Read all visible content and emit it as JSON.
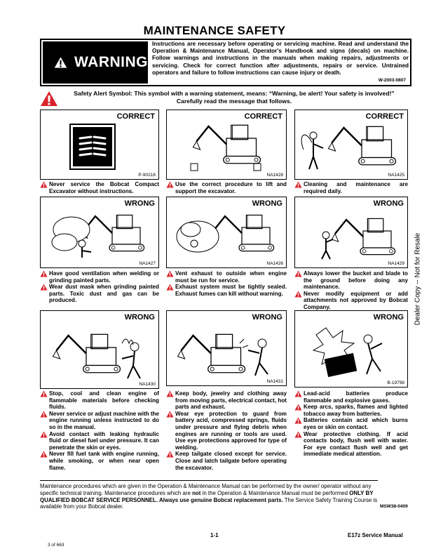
{
  "title": "MAINTENANCE SAFETY",
  "warning": {
    "label": "WARNING",
    "text": "Instructions are necessary before operating or servicing machine. Read and understand the Operation & Maintenance Manual, Operator's Handbook and signs (decals) on machine. Follow warnings and instructions in the manuals when making repairs, adjustments or servicing. Check for correct function after adjustments, repairs or service. Untrained operators and failure to follow instructions can cause injury or death.",
    "code": "W-2003-0807"
  },
  "safety_alert": "Safety Alert Symbol: This symbol with a warning statement, means: “Warning, be alert! Your safety is involved!” Carefully read the message that follows.",
  "panels": [
    {
      "header": "CORRECT",
      "code": "P-90216",
      "icon": "book-icon",
      "notes": [
        "Never service the Bobcat Compact Excavator without instructions."
      ]
    },
    {
      "header": "CORRECT",
      "code": "NA1428",
      "icon": "lift-support-illustration",
      "notes": [
        "Use the correct procedure to lift and support the excavator."
      ]
    },
    {
      "header": "CORRECT",
      "code": "NA1425",
      "icon": "cleaning-illustration",
      "notes": [
        "Cleaning and maintenance are required daily."
      ]
    },
    {
      "header": "WRONG",
      "code": "NA1427",
      "icon": "grinding-illustration",
      "notes": [
        "Have good ventilation when welding or grinding painted parts.",
        "Wear dust mask when grinding painted parts. Toxic dust and gas can be produced."
      ]
    },
    {
      "header": "WRONG",
      "code": "NA1426",
      "icon": "exhaust-illustration",
      "notes": [
        "Vent exhaust to outside when engine must be run for service.",
        "Exhaust system must be tightly sealed. Exhaust fumes can kill without warning."
      ]
    },
    {
      "header": "WRONG",
      "code": "NA1429",
      "icon": "raised-bucket-illustration",
      "notes": [
        "Always lower the bucket and blade to the ground before doing any maintenance.",
        "Never modify equipment or add attachments not approved by Bobcat Company."
      ]
    },
    {
      "header": "WRONG",
      "code": "NA1430",
      "icon": "fuel-fire-illustration",
      "notes": [
        "Stop, cool and clean engine of flammable materials before checking fluids.",
        "Never service or adjust machine with the engine running unless instructed to do so in the manual.",
        "Avoid contact with leaking hydraulic fluid or diesel fuel under pressure. It can penetrate the skin or eyes.",
        "Never fill fuel tank with engine running, while smoking, or when near open flame."
      ]
    },
    {
      "header": "WRONG",
      "code": "NA1431",
      "icon": "moving-parts-illustration",
      "notes": [
        "Keep body, jewelry and clothing away from moving parts, electrical contact, hot parts and exhaust.",
        "Wear eye protection to guard from battery acid, compressed springs, fluids under pressure and flying debris when engines are running or tools are used. Use eye protections approved for type of welding.",
        "Keep tailgate closed except for service. Close and latch tailgate before operating the excavator."
      ]
    },
    {
      "header": "WRONG",
      "code": "B-19798",
      "icon": "battery-explosion-illustration",
      "notes": [
        "Lead-acid batteries produce flammable and explosive gases.",
        "Keep arcs, sparks, flames and lighted tobacco away from batteries.",
        "Batteries contain acid which burns eyes or skin on contact.",
        "Wear protective clothing. If acid contacts body, flush well with water. For eye contact flush well and get immediate medical attention."
      ]
    }
  ],
  "footer": {
    "p1": "Maintenance procedures which are given in the Operation & Maintenance Manual can be performed by the owner/ operator without any specific technical training. Maintenance procedures which are ",
    "not": "not",
    "p2": " in the Operation & Maintenance Manual must be performed ",
    "bold1": "ONLY BY QUALIFIED BOBCAT SERVICE PERSONNEL. Always use genuine Bobcat replacement parts.",
    "p3": " The Service Safety Training Course is available from your Bobcat dealer.",
    "code": "MSW38-0409"
  },
  "page_number": "1-1",
  "manual_name": "E17z Service Manual",
  "page_of": "3 of 663",
  "side_text": "Dealer Copy -- Not for Resale",
  "colors": {
    "alert_red": "#d9232a",
    "black": "#000000"
  }
}
